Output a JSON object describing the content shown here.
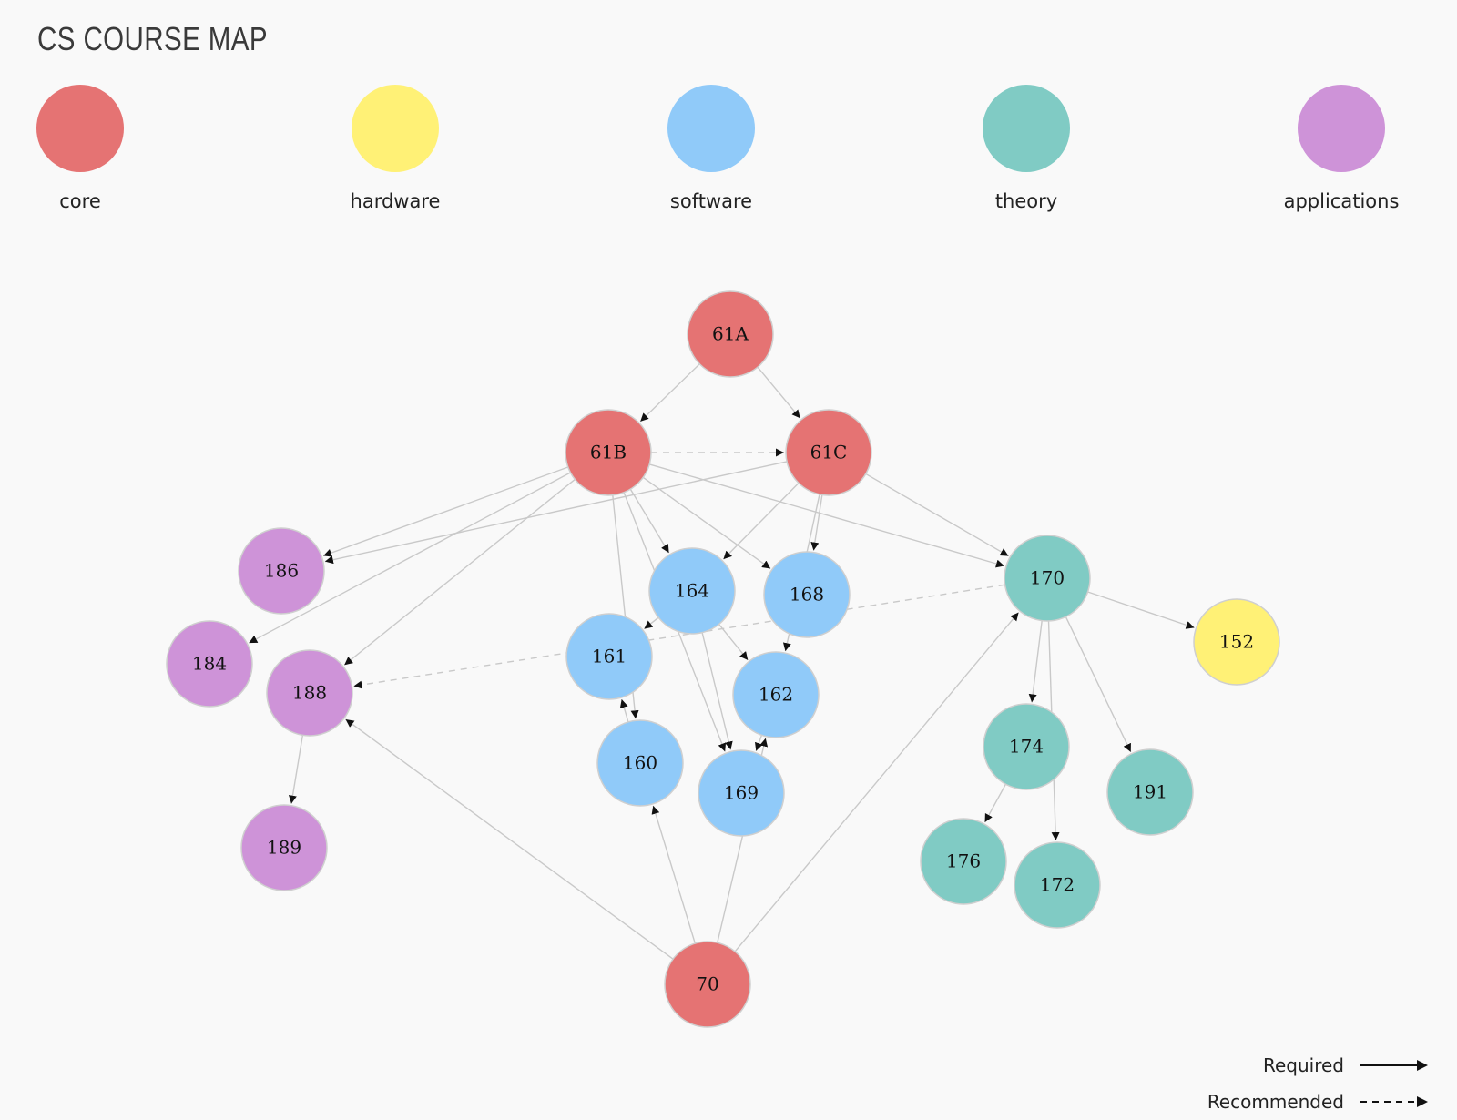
{
  "title": "CS COURSE MAP",
  "legend": {
    "core": {
      "label": "core",
      "color": "#e57373"
    },
    "hardware": {
      "label": "hardware",
      "color": "#fff176"
    },
    "software": {
      "label": "software",
      "color": "#90caf9"
    },
    "theory": {
      "label": "theory",
      "color": "#80cbc4"
    },
    "applications": {
      "label": "applications",
      "color": "#ce93d8"
    }
  },
  "edge_key": {
    "required": "Required",
    "recommended": "Recommended"
  },
  "nodes": [
    {
      "id": "61A",
      "label": "61A",
      "category": "core"
    },
    {
      "id": "61B",
      "label": "61B",
      "category": "core"
    },
    {
      "id": "61C",
      "label": "61C",
      "category": "core"
    },
    {
      "id": "70",
      "label": "70",
      "category": "core"
    },
    {
      "id": "186",
      "label": "186",
      "category": "applications"
    },
    {
      "id": "184",
      "label": "184",
      "category": "applications"
    },
    {
      "id": "188",
      "label": "188",
      "category": "applications"
    },
    {
      "id": "189",
      "label": "189",
      "category": "applications"
    },
    {
      "id": "164",
      "label": "164",
      "category": "software"
    },
    {
      "id": "168",
      "label": "168",
      "category": "software"
    },
    {
      "id": "161",
      "label": "161",
      "category": "software"
    },
    {
      "id": "162",
      "label": "162",
      "category": "software"
    },
    {
      "id": "160",
      "label": "160",
      "category": "software"
    },
    {
      "id": "169",
      "label": "169",
      "category": "software"
    },
    {
      "id": "170",
      "label": "170",
      "category": "theory"
    },
    {
      "id": "174",
      "label": "174",
      "category": "theory"
    },
    {
      "id": "191",
      "label": "191",
      "category": "theory"
    },
    {
      "id": "176",
      "label": "176",
      "category": "theory"
    },
    {
      "id": "172",
      "label": "172",
      "category": "theory"
    },
    {
      "id": "152",
      "label": "152",
      "category": "hardware"
    }
  ],
  "edges": [
    {
      "from": "61A",
      "to": "61B",
      "type": "required"
    },
    {
      "from": "61A",
      "to": "61C",
      "type": "required"
    },
    {
      "from": "61B",
      "to": "61C",
      "type": "recommended"
    },
    {
      "from": "61B",
      "to": "186",
      "type": "required"
    },
    {
      "from": "61C",
      "to": "186",
      "type": "required"
    },
    {
      "from": "61B",
      "to": "184",
      "type": "required"
    },
    {
      "from": "61B",
      "to": "188",
      "type": "required"
    },
    {
      "from": "61B",
      "to": "164",
      "type": "required"
    },
    {
      "from": "61C",
      "to": "164",
      "type": "required"
    },
    {
      "from": "61B",
      "to": "168",
      "type": "required"
    },
    {
      "from": "61C",
      "to": "168",
      "type": "required"
    },
    {
      "from": "61B",
      "to": "170",
      "type": "required"
    },
    {
      "from": "61C",
      "to": "170",
      "type": "required"
    },
    {
      "from": "61B",
      "to": "160",
      "type": "required"
    },
    {
      "from": "61B",
      "to": "169",
      "type": "required"
    },
    {
      "from": "61C",
      "to": "162",
      "type": "required"
    },
    {
      "from": "164",
      "to": "161",
      "type": "required"
    },
    {
      "from": "164",
      "to": "162",
      "type": "required"
    },
    {
      "from": "164",
      "to": "169",
      "type": "required"
    },
    {
      "from": "162",
      "to": "169",
      "type": "required"
    },
    {
      "from": "160",
      "to": "161",
      "type": "required"
    },
    {
      "from": "170",
      "to": "188",
      "type": "recommended"
    },
    {
      "from": "188",
      "to": "189",
      "type": "required"
    },
    {
      "from": "70",
      "to": "188",
      "type": "required"
    },
    {
      "from": "70",
      "to": "170",
      "type": "required"
    },
    {
      "from": "70",
      "to": "160",
      "type": "required"
    },
    {
      "from": "70",
      "to": "162",
      "type": "required"
    },
    {
      "from": "170",
      "to": "152",
      "type": "required"
    },
    {
      "from": "170",
      "to": "174",
      "type": "required"
    },
    {
      "from": "170",
      "to": "172",
      "type": "required"
    },
    {
      "from": "170",
      "to": "191",
      "type": "required"
    },
    {
      "from": "174",
      "to": "176",
      "type": "required"
    }
  ]
}
